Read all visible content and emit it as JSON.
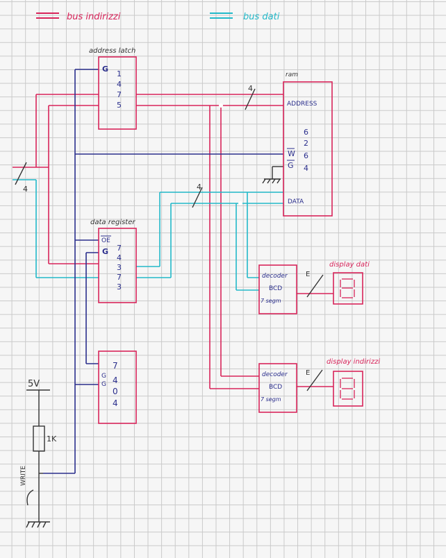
{
  "legend": {
    "address_bus": "bus indirizzi",
    "data_bus": "bus dati"
  },
  "colors": {
    "address_bus": "#d8245a",
    "data_bus": "#22b9c9",
    "control": "#2a2e8c",
    "pencil": "#333333"
  },
  "components": {
    "address_latch": {
      "title": "address latch",
      "enable": "G",
      "pins": [
        "1",
        "4",
        "7",
        "5"
      ]
    },
    "ram": {
      "title": "ram",
      "address_label": "ADDRESS",
      "we": "W",
      "oe": "G",
      "chip_number": [
        "6",
        "2",
        "6",
        "4"
      ],
      "data_label": "DATA"
    },
    "data_register": {
      "title": "data register",
      "oe": "OE",
      "enable": "G",
      "pins": [
        "7",
        "4",
        "3",
        "7",
        "3"
      ]
    },
    "buffer": {
      "pins": [
        "7",
        "4",
        "0",
        "4"
      ],
      "enable": "G",
      "oe": "G"
    },
    "decoder_data": {
      "lines": [
        "decoder",
        "BCD",
        "7 segm"
      ],
      "enable": "E"
    },
    "decoder_address": {
      "lines": [
        "decoder",
        "BCD",
        "7 segm"
      ],
      "enable": "E"
    },
    "display_data": {
      "title": "display dati"
    },
    "display_address": {
      "title": "display indirizzi"
    }
  },
  "bus_widths": {
    "input": "4",
    "ram_address": "4",
    "data": "4"
  },
  "power": {
    "supply": "5V",
    "resistor": "1K",
    "switch": "WRITE"
  }
}
